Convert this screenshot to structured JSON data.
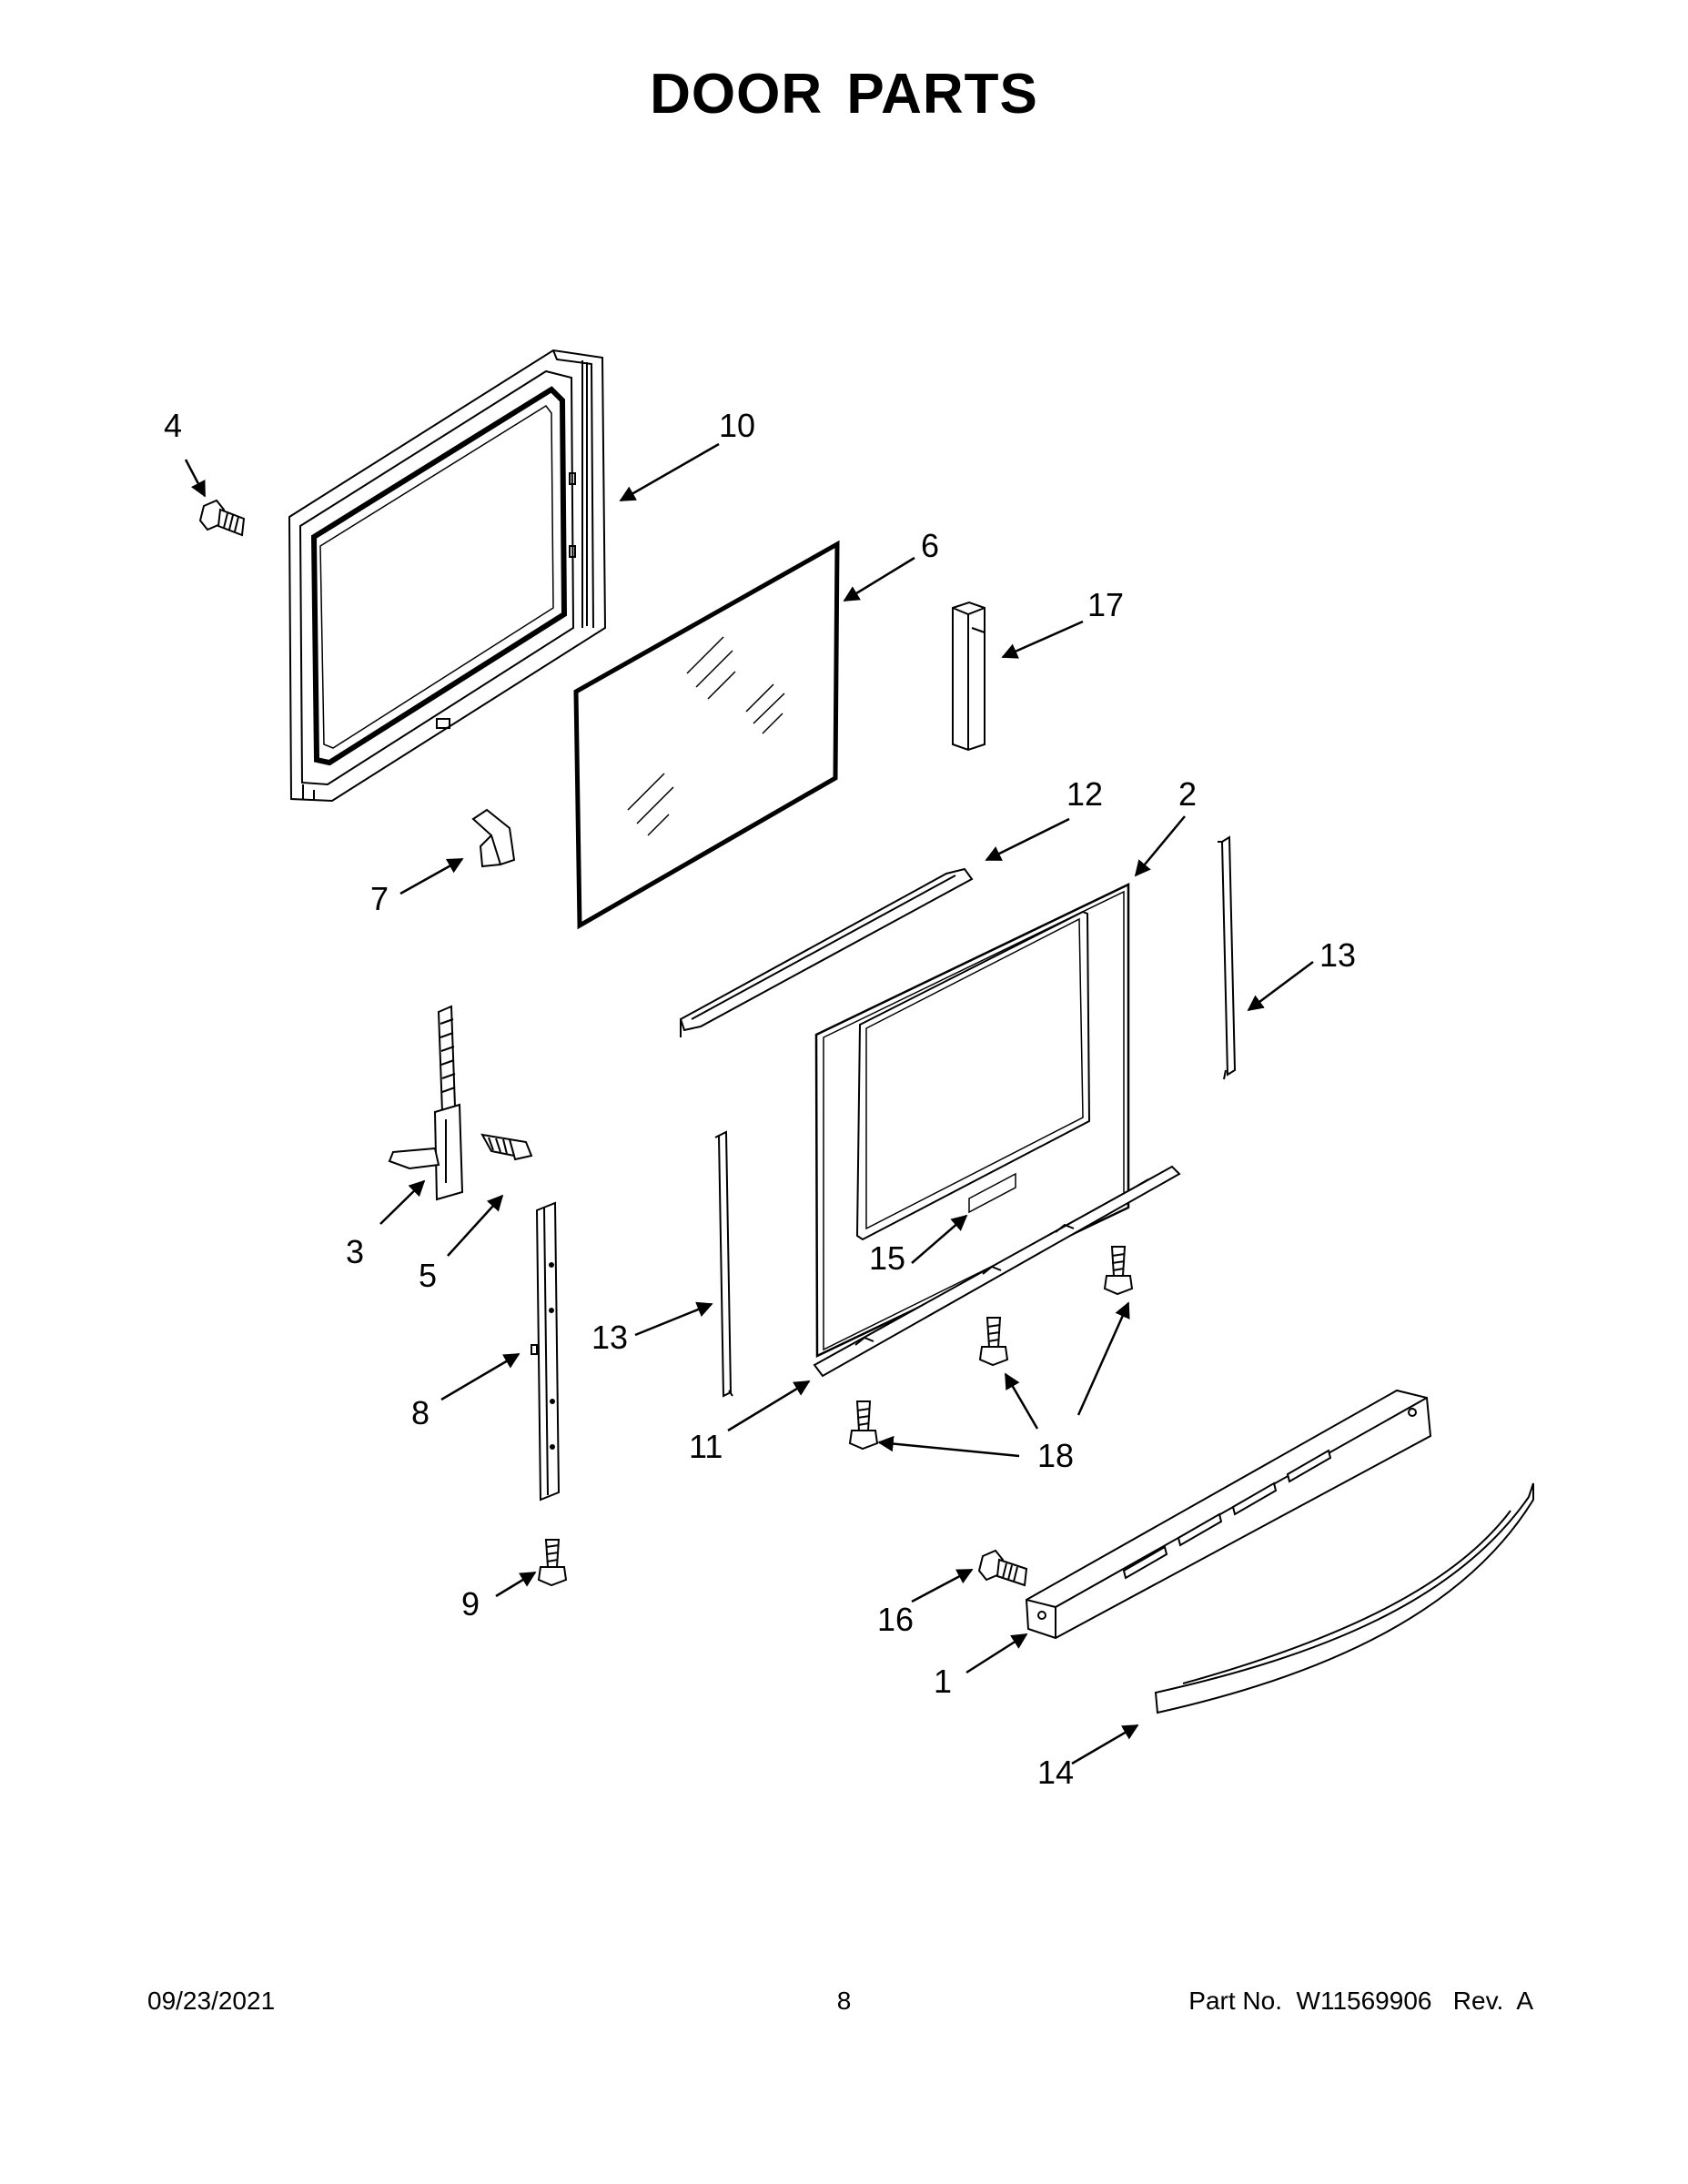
{
  "title": "DOOR PARTS",
  "callouts": {
    "c1": "1",
    "c2": "2",
    "c3": "3",
    "c4": "4",
    "c5": "5",
    "c6": "6",
    "c7": "7",
    "c8": "8",
    "c9": "9",
    "c10": "10",
    "c11": "11",
    "c12": "12",
    "c13_right": "13",
    "c13_left": "13",
    "c14": "14",
    "c15": "15",
    "c16": "16",
    "c17": "17",
    "c18": "18"
  },
  "footer": {
    "date": "09/23/2021",
    "page": "8",
    "part_no": "Part No.  W11569906   Rev.  A"
  }
}
